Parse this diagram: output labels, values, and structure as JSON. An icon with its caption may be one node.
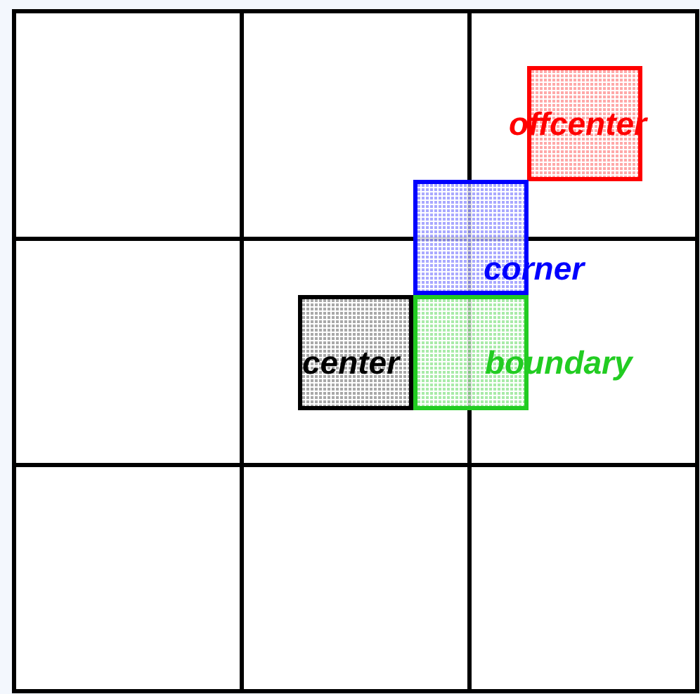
{
  "diagram": {
    "nodes": [
      {
        "text": [
          "offcenter"
        ]
      },
      {
        "text": [
          "corner"
        ]
      },
      {
        "text": [
          "center"
        ]
      },
      {
        "text": [
          "boundary"
        ]
      }
    ]
  }
}
